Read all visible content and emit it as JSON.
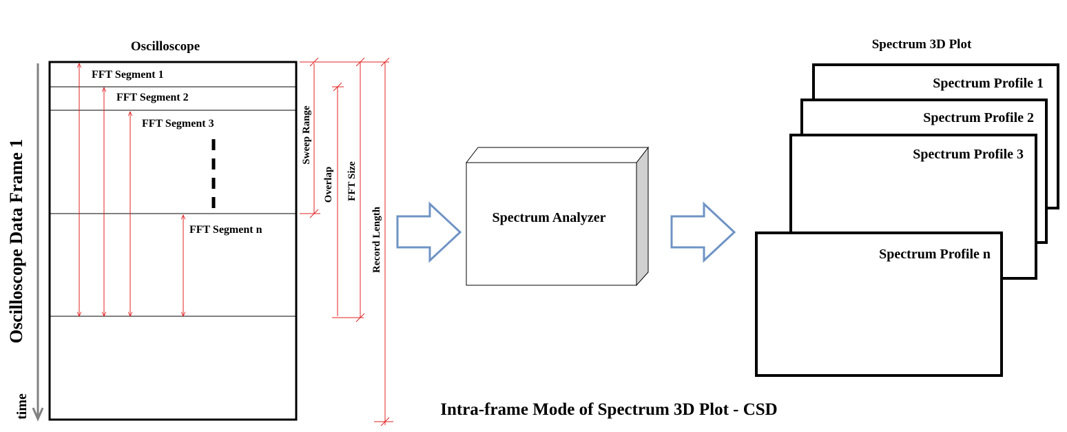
{
  "oscilloscope": {
    "title": "Oscilloscope",
    "frame_label": "Oscilloscope Data Frame 1",
    "time_label": "time",
    "segments": [
      "FFT Segment  1",
      "FFT Segment 2",
      "FFT Segment  3",
      "FFT Segment  n"
    ],
    "measures": {
      "sweep_range": "Sweep Range",
      "overlap": "Overlap",
      "fft_size": "FFT Size",
      "record_length": "Record Length"
    }
  },
  "analyzer": {
    "label": "Spectrum Analyzer"
  },
  "spectrum_plot": {
    "title": "Spectrum 3D Plot",
    "profiles": [
      "Spectrum Profile 1",
      "Spectrum Profile  2",
      "Spectrum Profile  3",
      "Spectrum Profile  n"
    ]
  },
  "caption": "Intra-frame Mode of Spectrum 3D Plot  - CSD",
  "colors": {
    "dimension_lines": "#e02020",
    "arrow_outline": "#6f93c4",
    "time_axis": "#808080",
    "box_side": "#d0d0d0"
  }
}
